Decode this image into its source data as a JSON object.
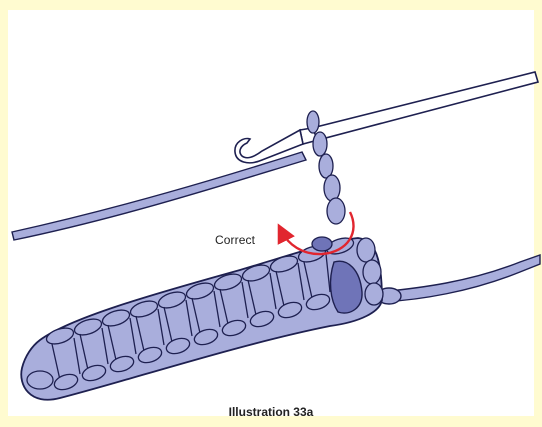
{
  "figure": {
    "annotation_label": "Correct",
    "caption": "Illustration 33a"
  },
  "colors": {
    "background_border": "#fffbd0",
    "yarn_fill": "#a9aedc",
    "yarn_dark": "#6f74b8",
    "outline": "#1e2050",
    "arrow": "#e1262f"
  },
  "icons": [
    "crochet-hook",
    "yarn",
    "curved-arrow"
  ]
}
